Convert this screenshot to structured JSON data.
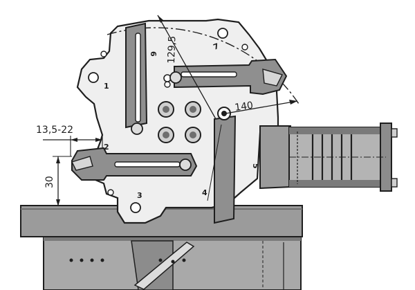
{
  "colors": {
    "ink": "#1e1e1e",
    "paper": "#ffffff",
    "plate": "#ededed",
    "shade": "#9b9b9b",
    "dark": "#6e6e6e",
    "light": "#cfcfcf"
  },
  "dimensions": {
    "d129": "129,5",
    "d140": "140",
    "d13": "13,5-22",
    "d30": "30"
  },
  "parts": {
    "p1": "1",
    "p2": "2",
    "p3": "3",
    "p4": "4",
    "p5": "5",
    "p6": "6",
    "p7": "7"
  }
}
